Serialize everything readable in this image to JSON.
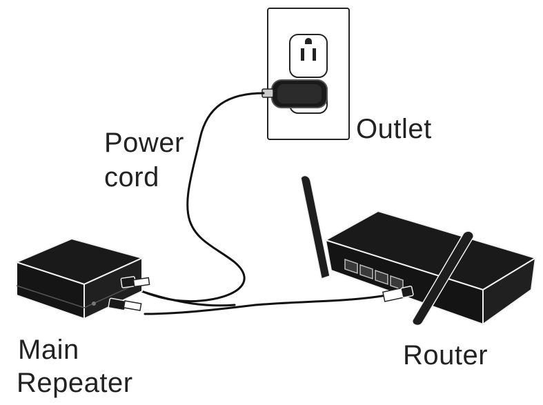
{
  "labels": {
    "outlet": "Outlet",
    "power_cord_line1": "Power",
    "power_cord_line2": "cord",
    "main_repeater_line1": "Main",
    "main_repeater_line2": "Repeater",
    "router": "Router"
  },
  "colors": {
    "device_body": "#1a1a1a",
    "device_edge": "#f2f2f2",
    "cable": "#111111",
    "outlet_plate": "#ffffff",
    "text": "#222222"
  }
}
